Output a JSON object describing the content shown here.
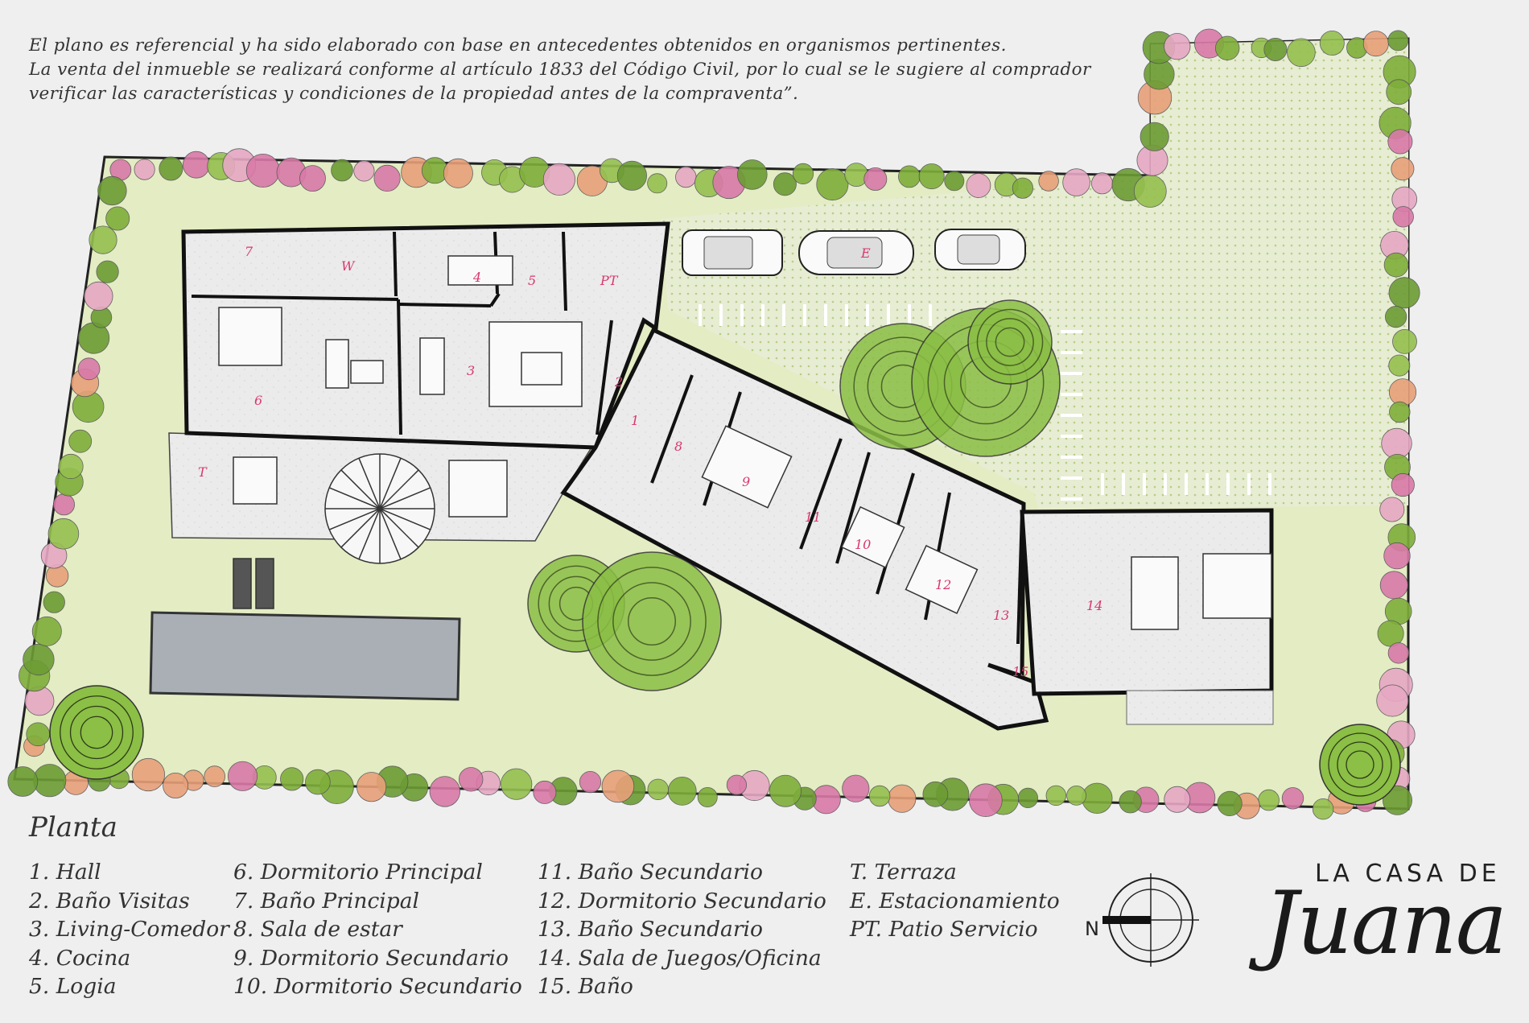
{
  "disclaimer": {
    "line1": "El plano es referencial y ha sido elaborado con base en antecedentes obtenidos en organismos pertinentes.",
    "line2": "La venta del inmueble se realizará conforme al artículo 1833 del Código Civil, por lo cual se le sugiere al comprador",
    "line3": "verificar las características y condiciones de la propiedad antes de la compraventa”."
  },
  "legend": {
    "title": "Planta",
    "col1": [
      "1. Hall",
      "2. Baño Visitas",
      "3. Living-Comedor",
      "4. Cocina",
      "5. Logia"
    ],
    "col2": [
      "6. Dormitorio Principal",
      "7. Baño Principal",
      "8. Sala de estar",
      "9. Dormitorio Secundario",
      "10. Dormitorio Secundario"
    ],
    "col3": [
      "11. Baño Secundario",
      "12. Dormitorio Secundario",
      "13. Baño Secundario",
      "14. Sala de Juegos/Oficina",
      "15. Baño"
    ],
    "col4": [
      "T. Terraza",
      "E. Estacionamiento",
      "PT. Patio Servicio"
    ]
  },
  "room_labels": {
    "r1": "1",
    "r2": "2",
    "r3": "3",
    "r4": "4",
    "r5": "5",
    "r6": "6",
    "r7": "7",
    "r8": "8",
    "r9": "9",
    "r10": "10",
    "r11": "11",
    "r12": "12",
    "r13": "13",
    "r14": "14",
    "r15": "15",
    "t": "T",
    "e": "E",
    "pt": "PT",
    "w": "W"
  },
  "compass": {
    "north": "N"
  },
  "brand": {
    "top": "LA CASA DE",
    "script": "Juana"
  },
  "colors": {
    "background": "#efefef",
    "lawn": "#e3ecc3",
    "parking": "#e6edd2",
    "floor": "#ececec",
    "wall": "#111111",
    "pool": "#a9afb5",
    "tree": "#7fae3a",
    "flower": "#d979a8",
    "label": "#d9376e"
  }
}
